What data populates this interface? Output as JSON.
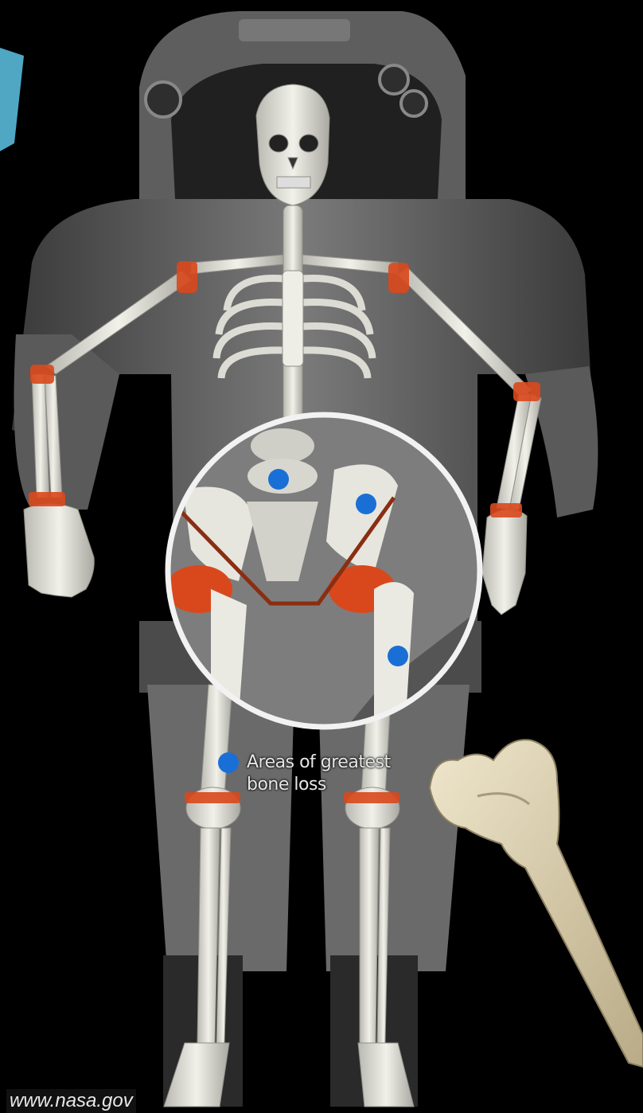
{
  "legend": {
    "line1": "Areas of greatest",
    "line2": "bone loss",
    "marker_color": "#1a6fd6"
  },
  "credit": "www.nasa.gov",
  "colors": {
    "background": "#000000",
    "suit": "#6e6e6e",
    "bone": "#e3e3dc",
    "joint_highlight": "#d9481c",
    "marker": "#1a6fd6",
    "femur": "#d8cdb0"
  }
}
